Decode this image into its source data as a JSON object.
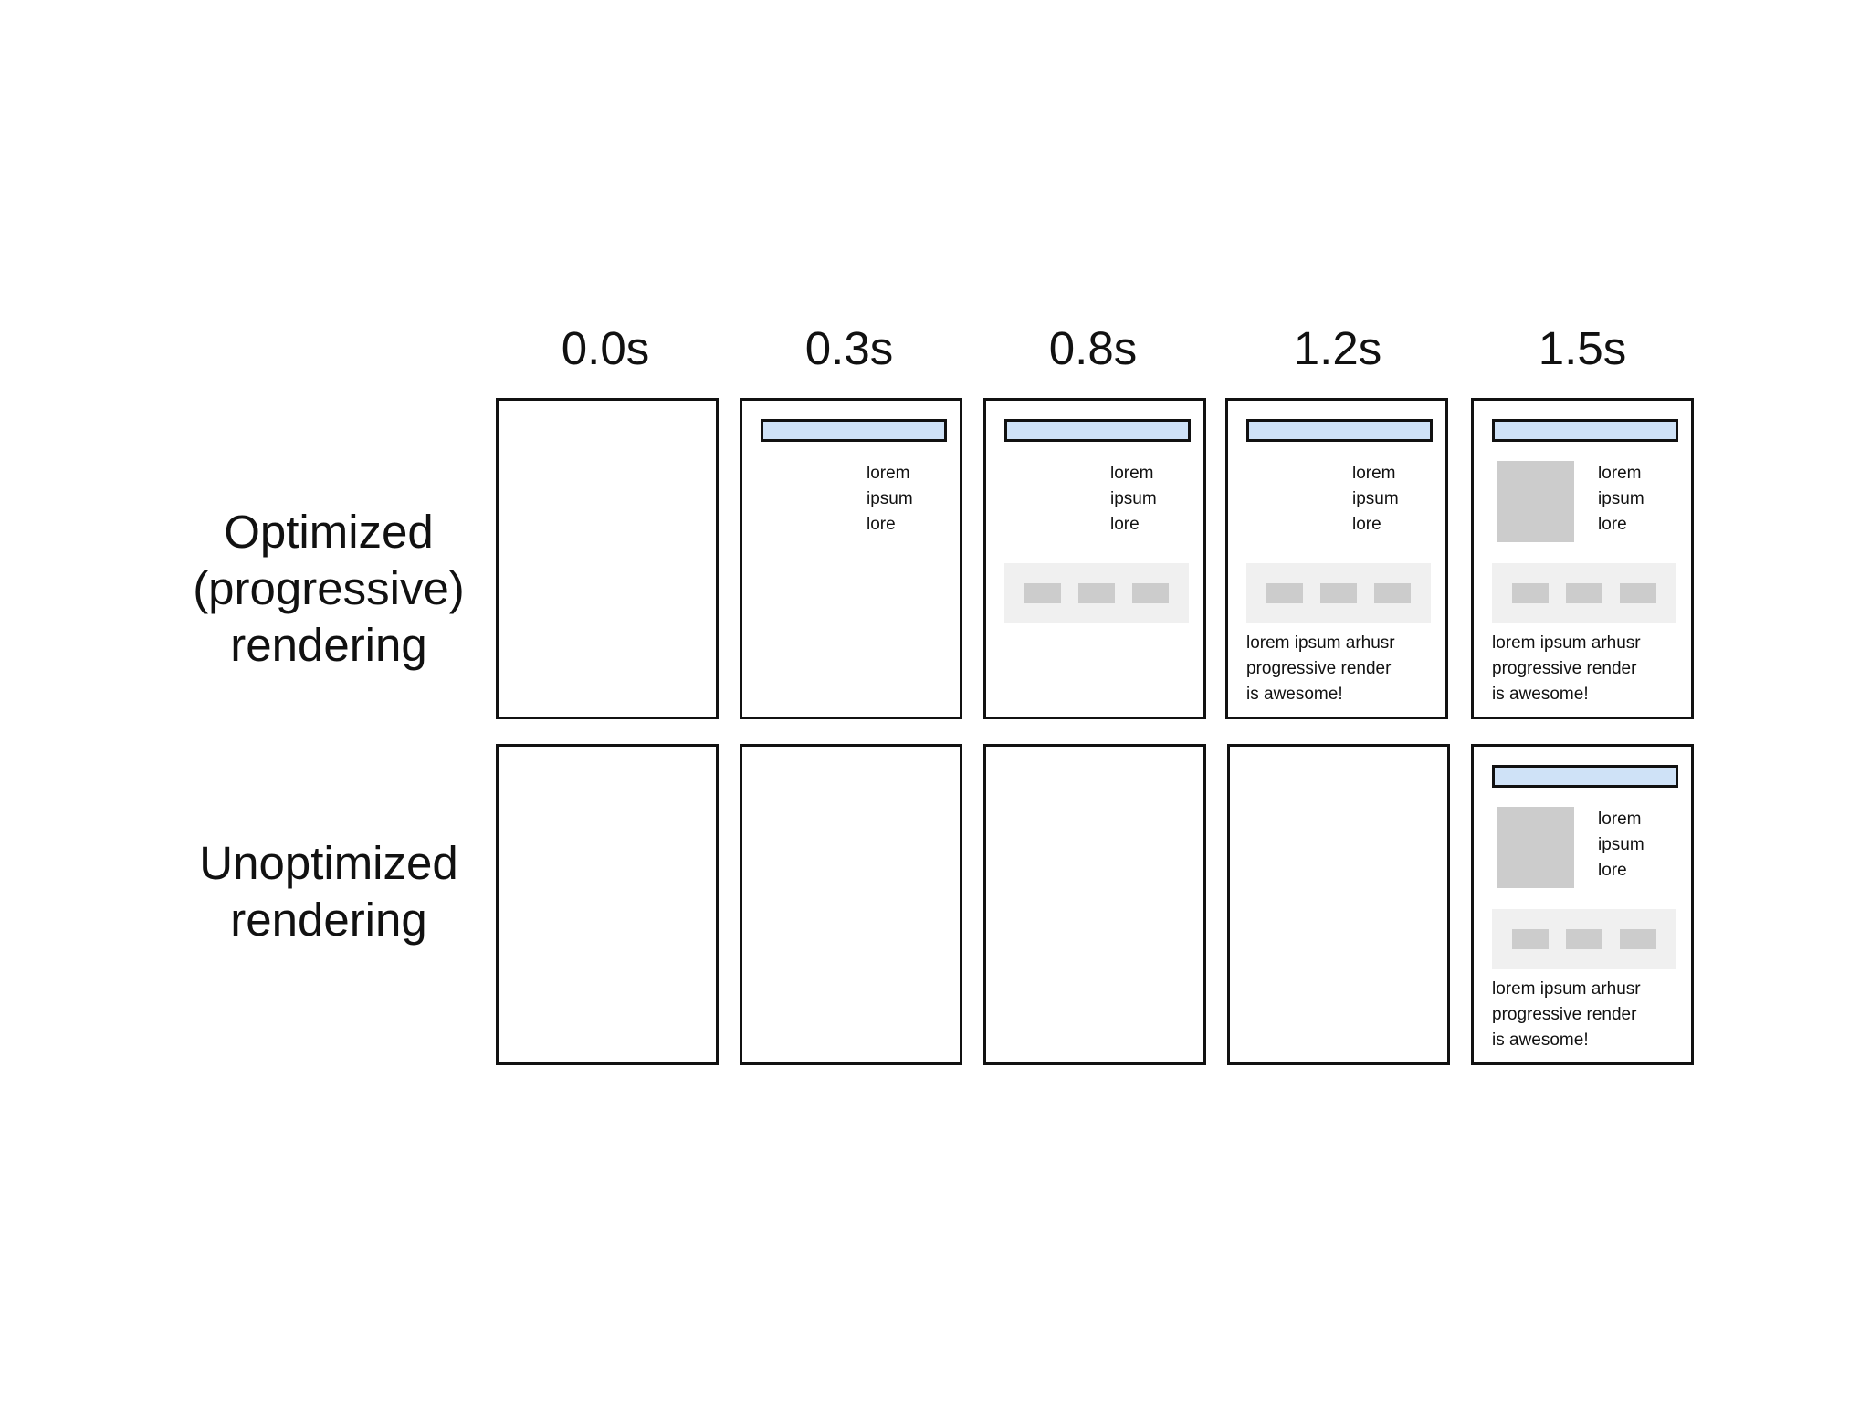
{
  "time_labels": [
    "0.0s",
    "0.3s",
    "0.8s",
    "1.2s",
    "1.5s"
  ],
  "rows": [
    {
      "label_lines": [
        "Optimized",
        "(progressive)",
        "rendering"
      ]
    },
    {
      "label_lines": [
        "Unoptimized",
        "rendering"
      ]
    }
  ],
  "snippet_lines": [
    "lorem",
    "ipsum",
    "lore"
  ],
  "paragraph_lines": [
    "lorem ipsum arhusr",
    "progressive render",
    "is awesome!"
  ],
  "colors": {
    "header_bar": "#cfe2f7",
    "placeholder": "#cccccc",
    "carousel_bg": "#f0f0f0",
    "stroke": "#111111"
  }
}
